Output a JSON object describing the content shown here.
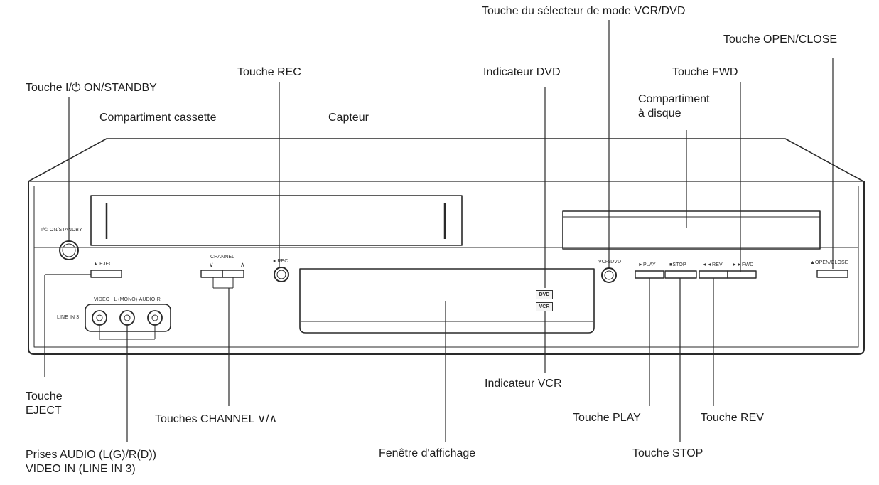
{
  "callouts": {
    "on_standby": "Touche I/⏻ ON/STANDBY",
    "cassette": "Compartiment cassette",
    "rec": "Touche REC",
    "capteur": "Capteur",
    "dvd_indicator": "Indicateur DVD",
    "mode_selector": "Touche du sélecteur de mode VCR/DVD",
    "open_close": "Touche OPEN/CLOSE",
    "fwd": "Touche FWD",
    "disc_line1": "Compartiment",
    "disc_line2": "à disque",
    "eject_line1": "Touche",
    "eject_line2": "EJECT",
    "channel": "Touches CHANNEL ∨/∧",
    "audio_line1": "Prises AUDIO (L(G)/R(D))",
    "audio_line2": "VIDEO IN (LINE IN 3)",
    "display_window": "Fenêtre d'affichage",
    "vcr_indicator": "Indicateur VCR",
    "play": "Touche PLAY",
    "stop": "Touche STOP",
    "rev": "Touche REV"
  },
  "panel": {
    "standby": "I/⏻ ON/STANDBY",
    "eject": "▲ EJECT",
    "channel": "CHANNEL",
    "channel_down": "∨",
    "channel_up": "∧",
    "rec": "● REC",
    "vcr_dvd": "VCR/DVD",
    "play": "►PLAY",
    "stop": "■STOP",
    "rev": "◄◄REV",
    "fwd": "►►FWD",
    "open_close": "▲OPEN/CLOSE",
    "jacks": "VIDEO   L (MONO)-AUDIO-R",
    "line_in": "LINE IN 3",
    "dvd": "DVD",
    "vcr": "VCR"
  }
}
